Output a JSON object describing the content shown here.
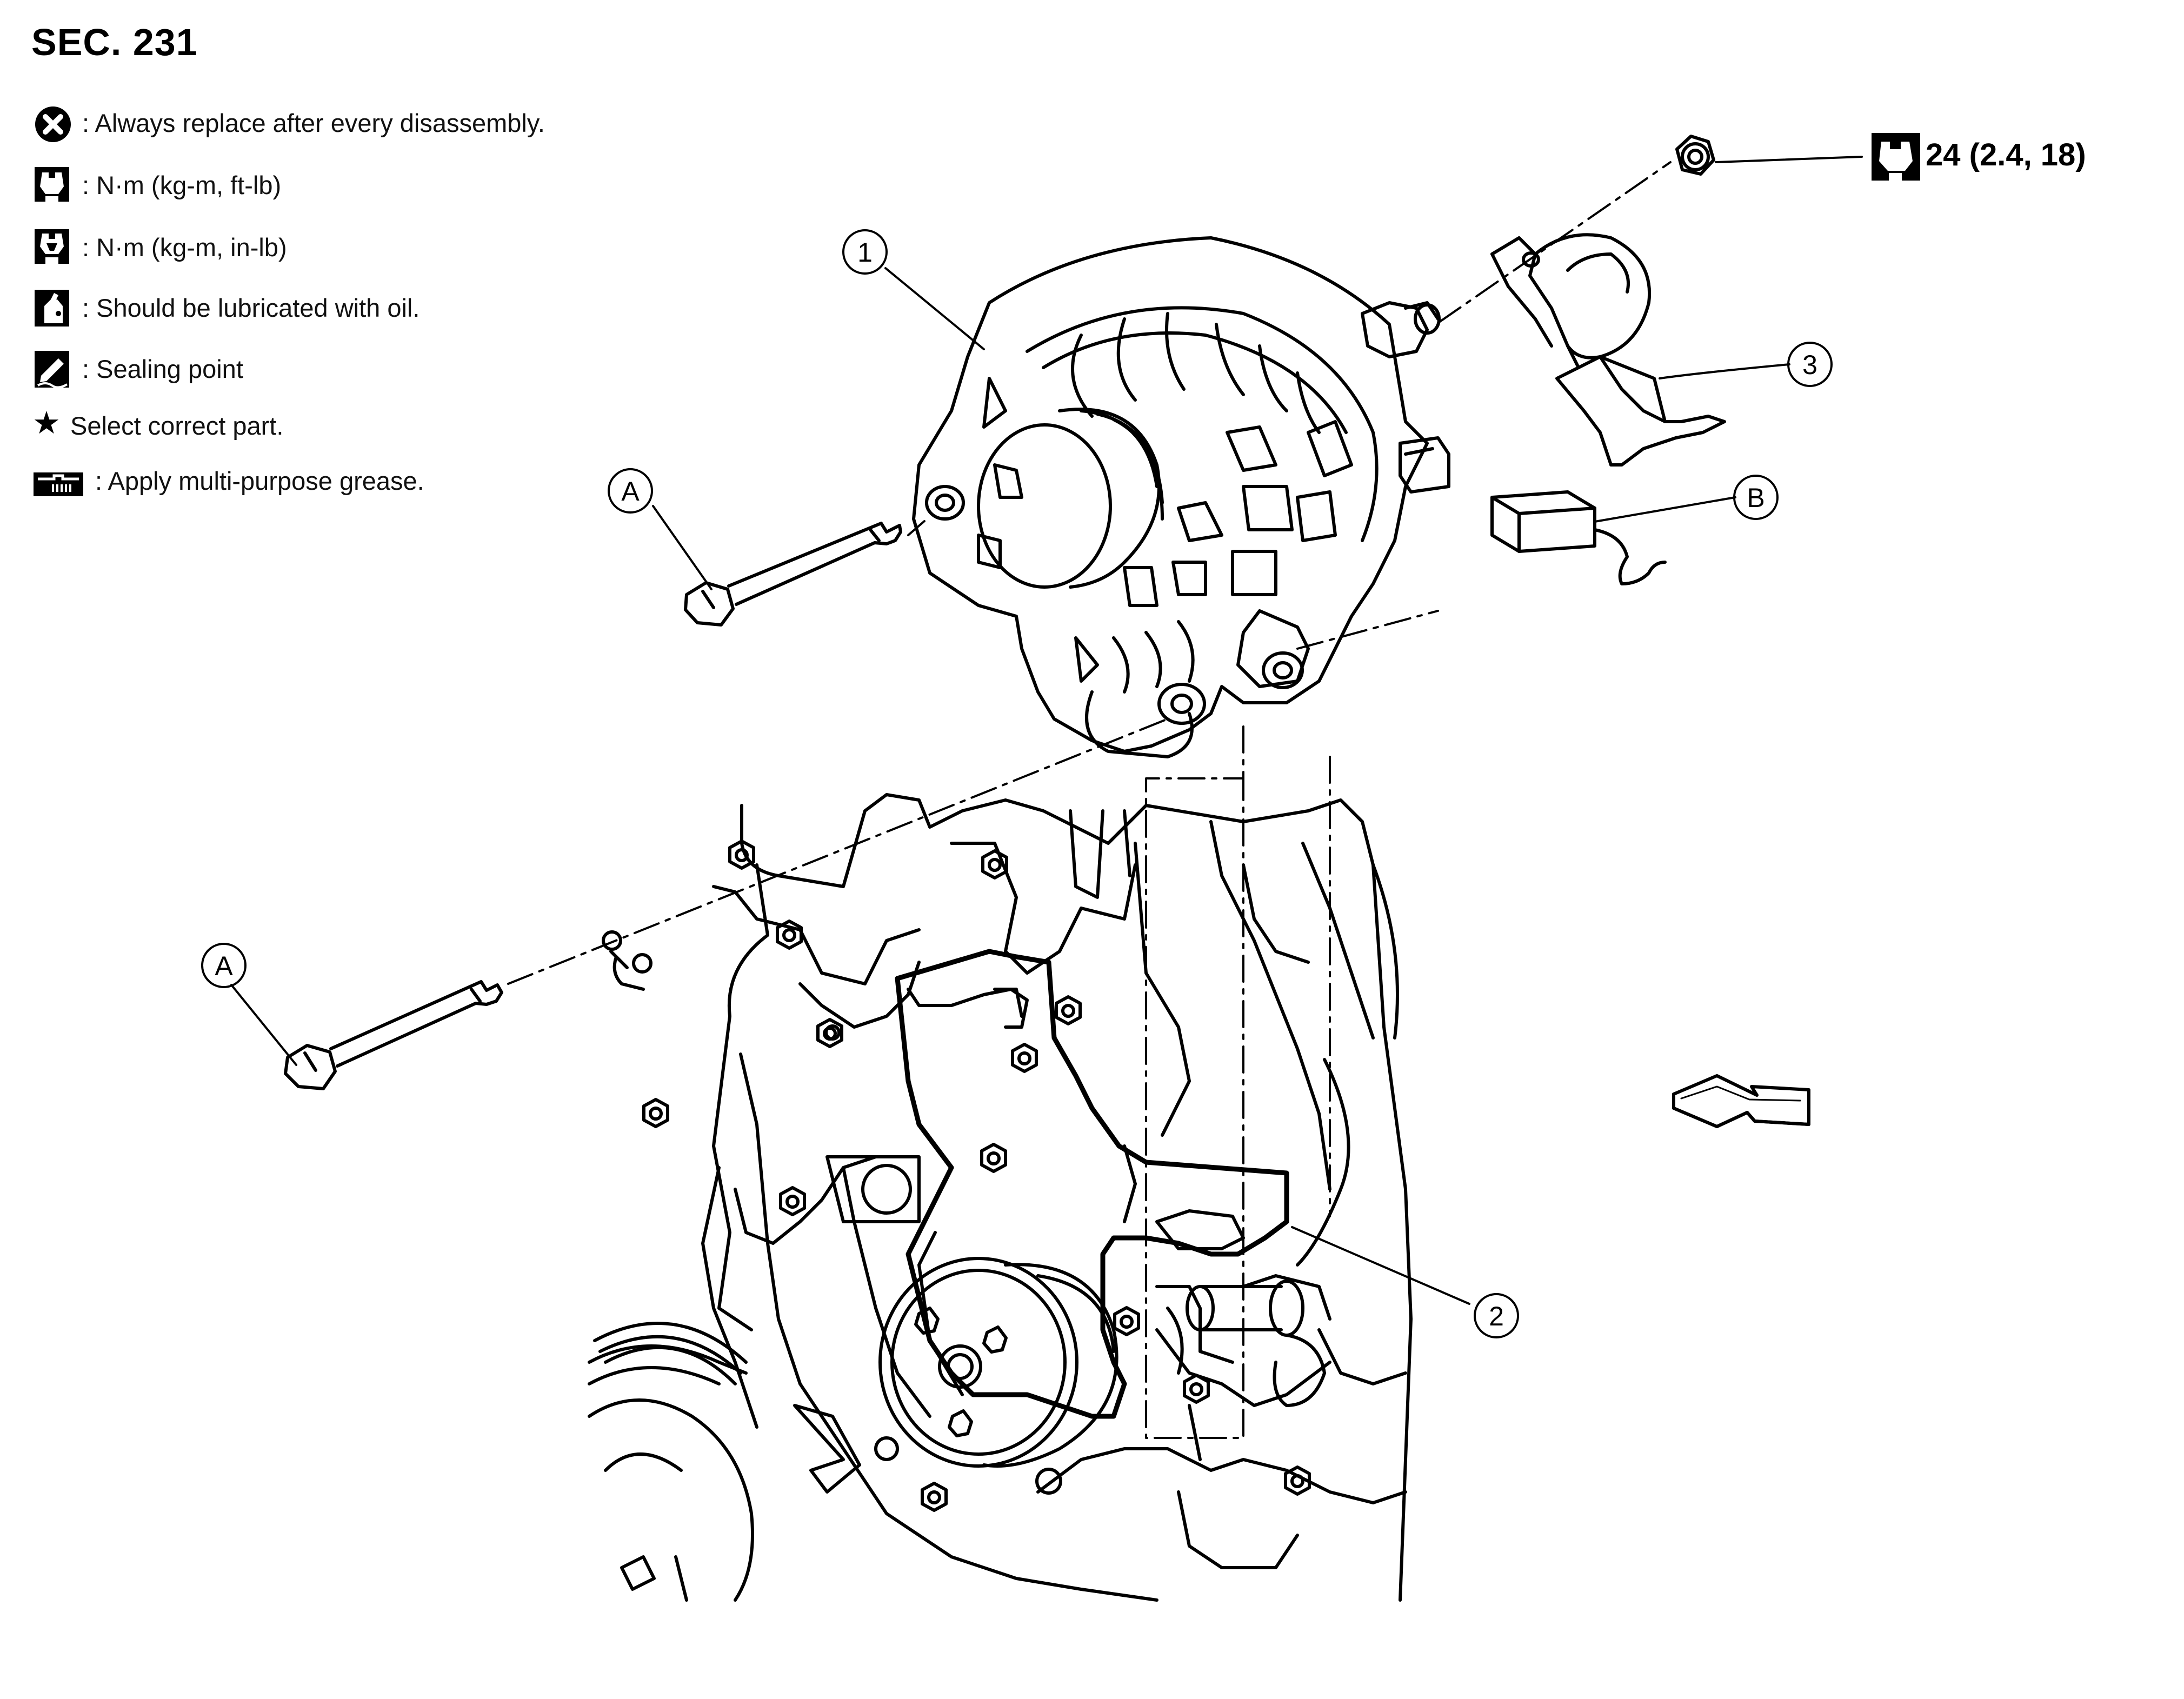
{
  "section": {
    "title": "SEC. 231"
  },
  "legend": [
    {
      "icon": "always-replace-icon",
      "text": ": Always replace after every disassembly."
    },
    {
      "icon": "torque-ft-lb-icon",
      "text": ": N·m (kg-m, ft-lb)"
    },
    {
      "icon": "torque-in-lb-icon",
      "text": ": N·m (kg-m, in-lb)"
    },
    {
      "icon": "oil-can-icon",
      "text": ": Should be lubricated with oil."
    },
    {
      "icon": "sealing-point-icon",
      "text": ": Sealing point"
    },
    {
      "icon": "star-icon",
      "text": "Select correct part.",
      "symbol": "★"
    },
    {
      "icon": "grease-icon",
      "text": ": Apply multi-purpose grease."
    }
  ],
  "callouts": {
    "c1": "1",
    "c2": "2",
    "c3": "3",
    "cA1": "A",
    "cA2": "A",
    "cB": "B"
  },
  "torque": {
    "icon": "torque-ft-lb-icon",
    "value": "24 (2.4, 18)"
  },
  "colors": {
    "line": "#000000",
    "background": "#ffffff"
  }
}
